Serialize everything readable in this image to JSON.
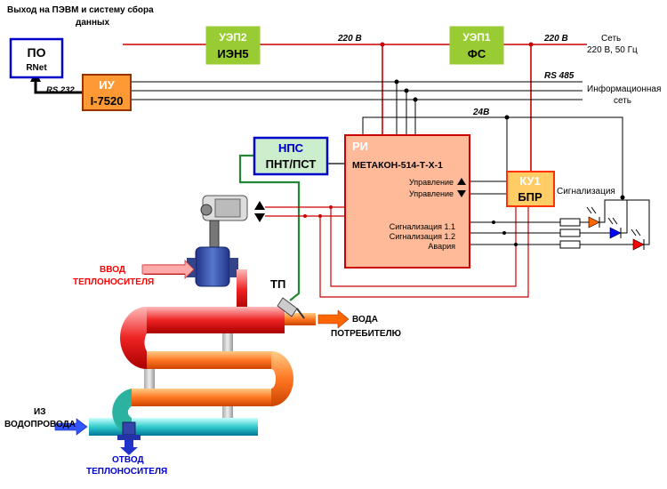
{
  "header_text": {
    "line1": "Выход на ПЭВМ и систему сбора",
    "line2": "данных"
  },
  "boxes": {
    "po": {
      "title": "ПО",
      "subtitle": "RNet"
    },
    "iu": {
      "title": "ИУ",
      "subtitle": "I-7520"
    },
    "uep2": {
      "title": "УЭП2",
      "subtitle": "ИЭН5"
    },
    "uep1": {
      "title": "УЭП1",
      "subtitle": "ФС"
    },
    "nps": {
      "title": "НПС",
      "subtitle": "ПНТ/ПСТ"
    },
    "ri": {
      "title": "РИ",
      "model": "МЕТАКОН-514-Т-Х-1",
      "control_up": "Управление",
      "control_down": "Управление",
      "signal_1": "Сигнализация 1.1",
      "signal_2": "Сигнализация 1.2",
      "alarm": "Авария"
    },
    "ku1": {
      "title": "КУ1",
      "subtitle": "БПР"
    }
  },
  "labels": {
    "rs232": "RS 232",
    "v220_a": "220 В",
    "v220_b": "220 В",
    "network_1": "Сеть",
    "network_2": "220 В, 50 Гц",
    "rs485": "RS 485",
    "info_net_1": "Информационная",
    "info_net_2": "сеть",
    "v24": "24В",
    "signaling": "Сигнализация",
    "tp": "ТП",
    "inlet_1": "ВВОД",
    "inlet_2": "ТЕПЛОНОСИТЕЛЯ",
    "water_1": "ВОДА",
    "water_2": "ПОТРЕБИТЕЛЮ",
    "from_water_1": "ИЗ",
    "from_water_2": "ВОДОПРОВОДА",
    "outlet_1": "ОТВОД",
    "outlet_2": "ТЕПЛОНОСИТЕЛЯ"
  },
  "colors": {
    "power_line": "#cc0000",
    "green_box": "#99cc33",
    "orange_box": "#ff9933",
    "ri_fill": "#ffbb99",
    "nps_fill": "#cceecc",
    "ku1_fill": "#ffcc66",
    "lamp_orange": "#ff6600",
    "lamp_blue": "#0000ff",
    "lamp_red": "#ff0000"
  }
}
